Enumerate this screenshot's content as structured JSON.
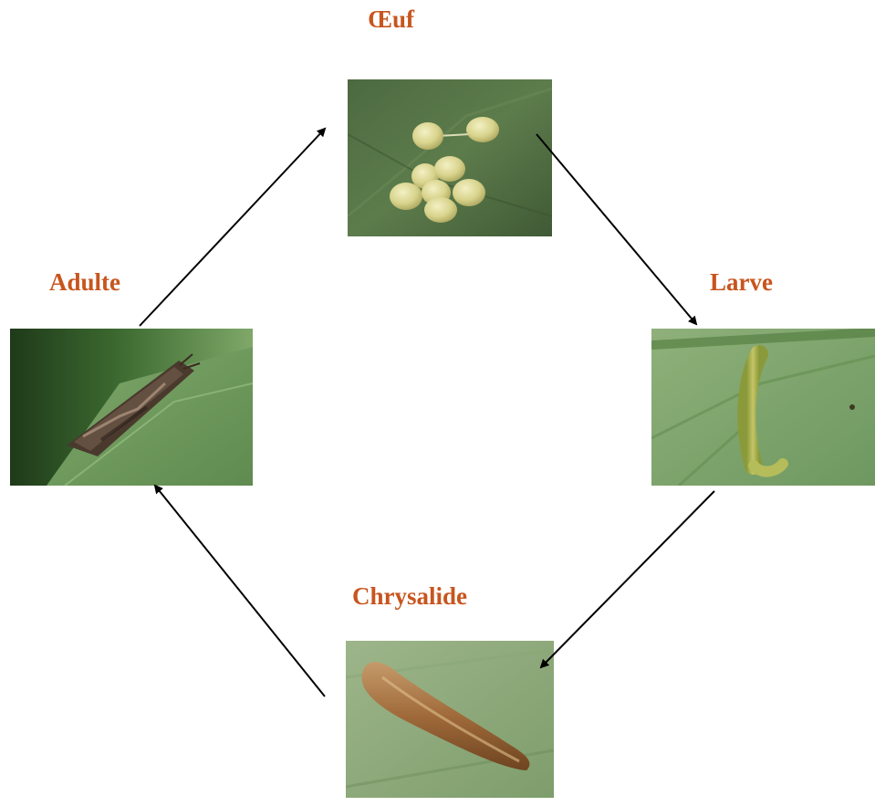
{
  "label_color": "#C8551E",
  "arrow_color": "#000000",
  "stages": {
    "egg": {
      "label": "Œuf",
      "photo": "eggs-on-leaf"
    },
    "larva": {
      "label": "Larve",
      "photo": "larva-on-leaf"
    },
    "pupa": {
      "label": "Chrysalide",
      "photo": "pupa-on-leaf"
    },
    "adult": {
      "label": "Adulte",
      "photo": "adult-moth-on-leaf"
    }
  }
}
